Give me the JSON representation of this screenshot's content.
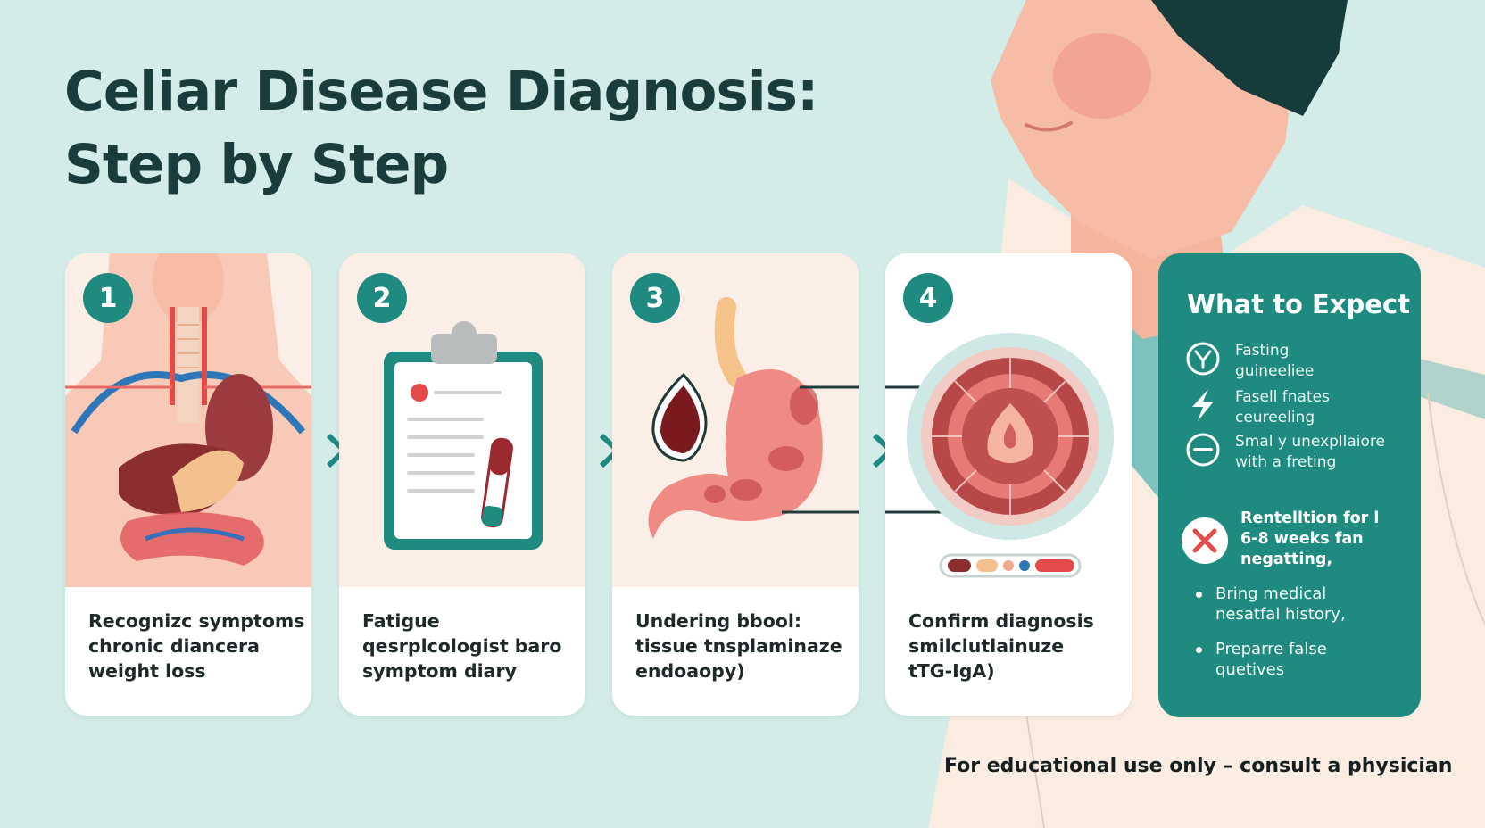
{
  "title": {
    "line1": "Celiar Disease Diagnosis:",
    "line2": "Step by Step"
  },
  "steps": [
    {
      "number": "1",
      "lines": [
        "Recognizc symptoms",
        "chronic diancera",
        "weight loss"
      ]
    },
    {
      "number": "2",
      "lines": [
        "Fatigue",
        "qesrplcologist baro",
        "symptom diary"
      ]
    },
    {
      "number": "3",
      "lines": [
        "Undering bbool:",
        "tissue tnsplaminaze",
        "endoaopy)"
      ]
    },
    {
      "number": "4",
      "lines": [
        "Confirm diagnosis",
        "smilclutlainuze",
        "tTG-IgA)"
      ]
    }
  ],
  "expect": {
    "heading": "What to Expect",
    "items": [
      {
        "icon": "clock-icon",
        "lines": [
          "Fasting",
          "guineeliee"
        ]
      },
      {
        "icon": "lightning-icon",
        "lines": [
          "Fasell fnates",
          "ceureeling"
        ]
      },
      {
        "icon": "minus-circle-icon",
        "lines": [
          "Smal y unexpllaiore",
          "with a freting"
        ]
      }
    ],
    "warning": {
      "icon": "x-icon",
      "lines": [
        "Rentelltion for l",
        "6-8 weeks fan",
        "negatting,"
      ]
    },
    "bullets": [
      {
        "lines": [
          "Bring medical",
          "nesatfal history,"
        ]
      },
      {
        "lines": [
          "Preparre false",
          "quetives"
        ]
      }
    ]
  },
  "footer": "For educational use only – consult a physician",
  "colors": {
    "background": "#d3ece8",
    "accent": "#1f8a7f",
    "title": "#1a3d3b",
    "card": "#ffffff",
    "card_art": "#fbeee6"
  }
}
